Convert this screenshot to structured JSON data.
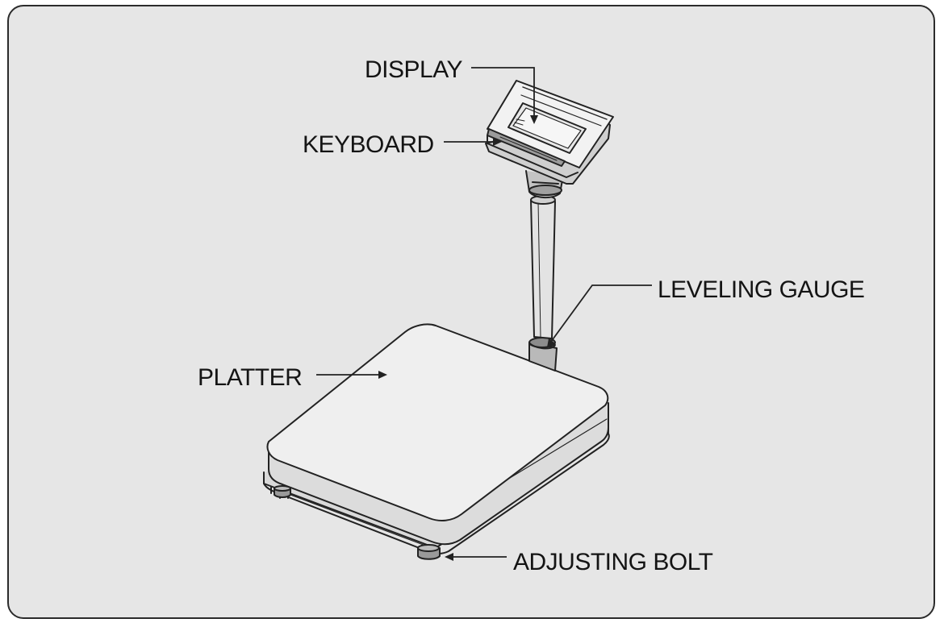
{
  "labels": {
    "display": "DISPLAY",
    "keyboard": "KEYBOARD",
    "leveling_gauge": "LEVELING GAUGE",
    "platter": "PLATTER",
    "adjusting_bolt": "ADJUSTING BOLT"
  },
  "colors": {
    "background": "#e6e6e6",
    "line": "#222222",
    "fill_light": "#ececec",
    "fill_shadow": "#cfcfcf"
  }
}
